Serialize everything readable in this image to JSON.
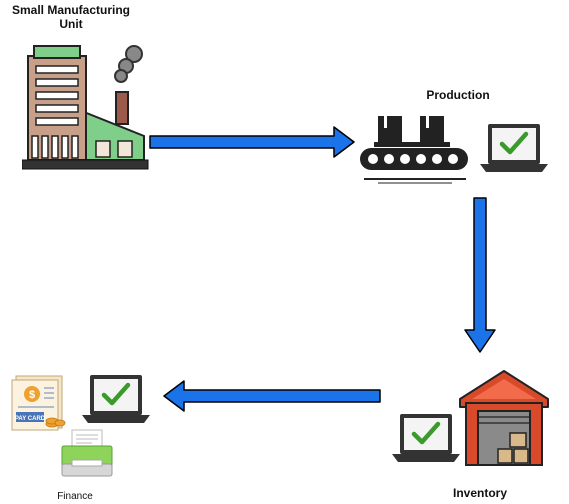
{
  "labels": {
    "factory_line1": "Small Manufacturing",
    "factory_line2": "Unit",
    "production": "Production",
    "inventory": "Inventory",
    "finance": "Finance"
  },
  "icons": {
    "factory": "factory-icon",
    "conveyor": "conveyor-belt-icon",
    "laptop_check": "laptop-checkmark-icon",
    "warehouse": "warehouse-icon",
    "pay_card": "pay-card-document-icon",
    "printer": "printer-icon",
    "arrow": "flow-arrow"
  },
  "colors": {
    "arrow_fill": "#1a73e8",
    "arrow_stroke": "#000000",
    "check_green": "#3a9b2a",
    "laptop_dark": "#333333",
    "factory_green": "#7fcf8a",
    "factory_brown": "#c8a08a",
    "warehouse_red": "#d94a2a"
  },
  "document_text": {
    "pay_card": "PAY CARD"
  }
}
